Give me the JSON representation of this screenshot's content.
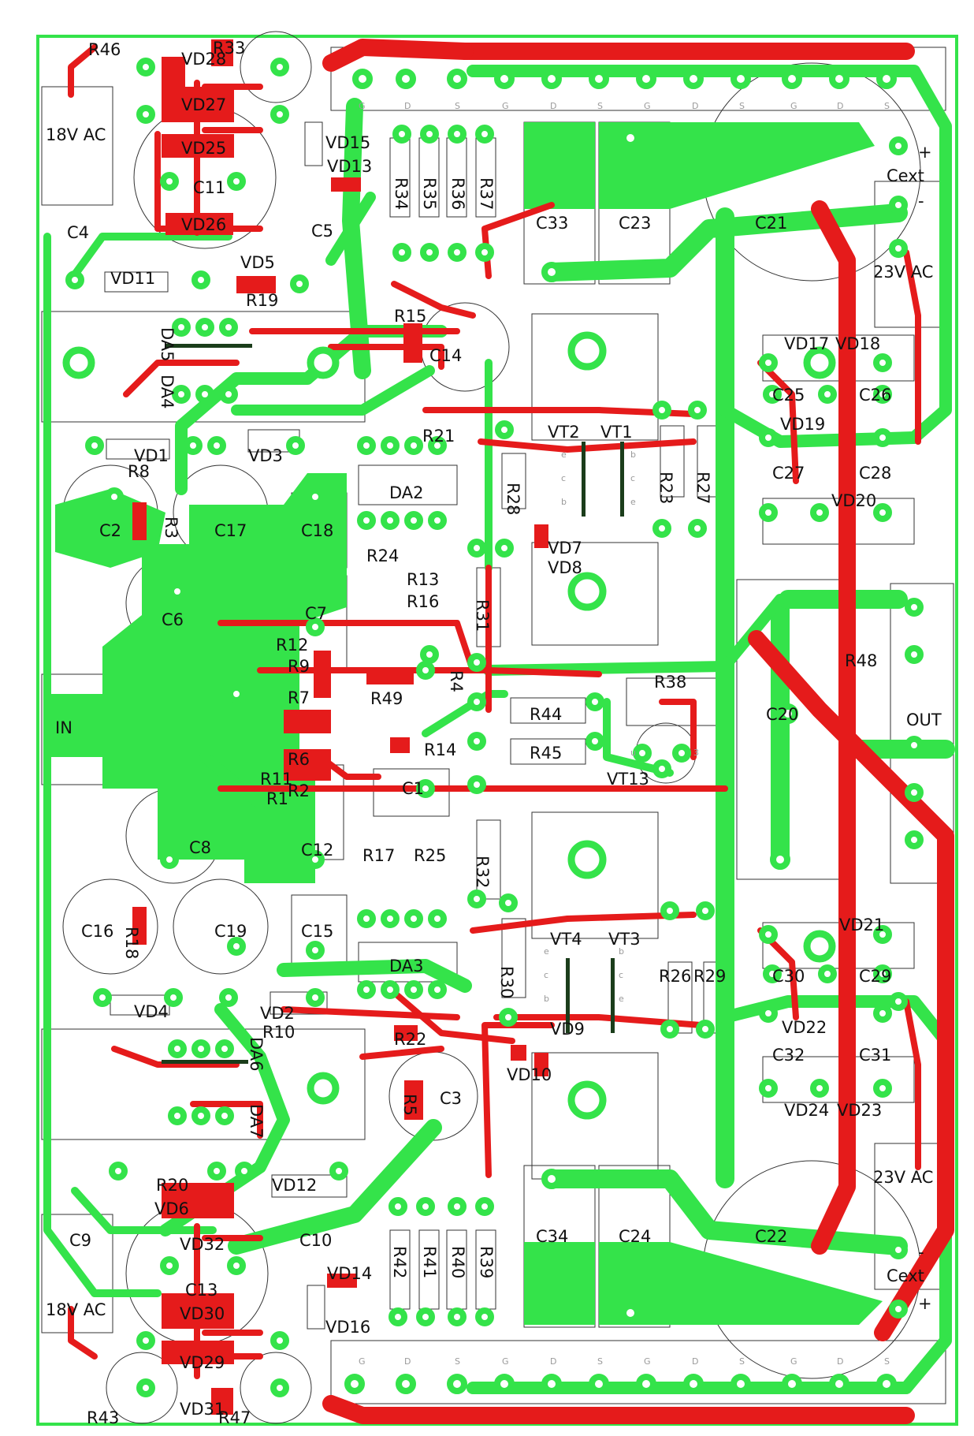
{
  "colors": {
    "bottom_copper": "#34e34a",
    "top_copper": "#e51b1b",
    "pad_hole": "#ffffff",
    "silkscreen": "#222222",
    "board_outline": "#34e34a",
    "background": "#ffffff"
  },
  "connectors": {
    "in": "IN",
    "out": "OUT",
    "ac18_top": "18V AC",
    "ac18_bottom": "18V AC",
    "ac23_top": "23V AC",
    "ac23_bottom": "23V AC",
    "cext_top": "Cext",
    "cext_bottom": "Cext",
    "cext_top_plus": "+",
    "cext_top_minus": "-",
    "cext_bottom_minus": "-",
    "cext_bottom_plus": "+"
  },
  "output_transistor_pins_top": [
    "G",
    "D",
    "S",
    "G",
    "D",
    "S",
    "G",
    "D",
    "S",
    "G",
    "D",
    "S"
  ],
  "output_transistor_pins_bottom": [
    "G",
    "D",
    "S",
    "G",
    "D",
    "S",
    "G",
    "D",
    "S",
    "G",
    "D",
    "S"
  ],
  "driver_pins": {
    "vt2": [
      "e",
      "c",
      "b"
    ],
    "vt1": [
      "b",
      "c",
      "e"
    ],
    "vt4": [
      "e",
      "c",
      "b"
    ],
    "vt3": [
      "b",
      "c",
      "e"
    ],
    "vt13": [
      "u",
      "3"
    ]
  },
  "refdes": [
    {
      "id": "r46",
      "text": "R46"
    },
    {
      "id": "r33",
      "text": "R33"
    },
    {
      "id": "vd28",
      "text": "VD28"
    },
    {
      "id": "vd27",
      "text": "VD27"
    },
    {
      "id": "vd25",
      "text": "VD25"
    },
    {
      "id": "c11",
      "text": "C11"
    },
    {
      "id": "vd26",
      "text": "VD26"
    },
    {
      "id": "c4",
      "text": "C4"
    },
    {
      "id": "c5",
      "text": "C5"
    },
    {
      "id": "vd11",
      "text": "VD11"
    },
    {
      "id": "vd5",
      "text": "VD5"
    },
    {
      "id": "r19",
      "text": "R19"
    },
    {
      "id": "da5",
      "text": "DA5"
    },
    {
      "id": "da4",
      "text": "DA4"
    },
    {
      "id": "vd1",
      "text": "VD1"
    },
    {
      "id": "vd3",
      "text": "VD3"
    },
    {
      "id": "r8",
      "text": "R8"
    },
    {
      "id": "c2",
      "text": "C2"
    },
    {
      "id": "r3",
      "text": "R3"
    },
    {
      "id": "c17",
      "text": "C17"
    },
    {
      "id": "c18",
      "text": "C18"
    },
    {
      "id": "c6",
      "text": "C6"
    },
    {
      "id": "c7",
      "text": "C7"
    },
    {
      "id": "r12",
      "text": "R12"
    },
    {
      "id": "r9",
      "text": "R9"
    },
    {
      "id": "r7",
      "text": "R7"
    },
    {
      "id": "r6",
      "text": "R6"
    },
    {
      "id": "r11",
      "text": "R11"
    },
    {
      "id": "r2",
      "text": "R2"
    },
    {
      "id": "r1",
      "text": "R1"
    },
    {
      "id": "c8",
      "text": "C8"
    },
    {
      "id": "c12",
      "text": "C12"
    },
    {
      "id": "c16",
      "text": "C16"
    },
    {
      "id": "r18",
      "text": "R18"
    },
    {
      "id": "c19",
      "text": "C19"
    },
    {
      "id": "c15",
      "text": "C15"
    },
    {
      "id": "vd4",
      "text": "VD4"
    },
    {
      "id": "vd2",
      "text": "VD2"
    },
    {
      "id": "r10",
      "text": "R10"
    },
    {
      "id": "da6",
      "text": "DA6"
    },
    {
      "id": "da7",
      "text": "DA7"
    },
    {
      "id": "r20",
      "text": "R20"
    },
    {
      "id": "vd6",
      "text": "VD6"
    },
    {
      "id": "vd12",
      "text": "VD12"
    },
    {
      "id": "c9",
      "text": "C9"
    },
    {
      "id": "c10",
      "text": "C10"
    },
    {
      "id": "vd32",
      "text": "VD32"
    },
    {
      "id": "c13",
      "text": "C13"
    },
    {
      "id": "vd30",
      "text": "VD30"
    },
    {
      "id": "vd29",
      "text": "VD29"
    },
    {
      "id": "vd31",
      "text": "VD31"
    },
    {
      "id": "r43",
      "text": "R43"
    },
    {
      "id": "r47",
      "text": "R47"
    },
    {
      "id": "vd15",
      "text": "VD15"
    },
    {
      "id": "vd13",
      "text": "VD13"
    },
    {
      "id": "r34",
      "text": "R34"
    },
    {
      "id": "r35",
      "text": "R35"
    },
    {
      "id": "r36",
      "text": "R36"
    },
    {
      "id": "r37",
      "text": "R37"
    },
    {
      "id": "c33",
      "text": "C33"
    },
    {
      "id": "c23",
      "text": "C23"
    },
    {
      "id": "c21",
      "text": "C21"
    },
    {
      "id": "r15",
      "text": "R15"
    },
    {
      "id": "c14",
      "text": "C14"
    },
    {
      "id": "r21",
      "text": "R21"
    },
    {
      "id": "da2",
      "text": "DA2"
    },
    {
      "id": "vt2",
      "text": "VT2"
    },
    {
      "id": "vt1",
      "text": "VT1"
    },
    {
      "id": "r23",
      "text": "R23"
    },
    {
      "id": "r27",
      "text": "R27"
    },
    {
      "id": "r28",
      "text": "R28"
    },
    {
      "id": "vd7",
      "text": "VD7"
    },
    {
      "id": "vd8",
      "text": "VD8"
    },
    {
      "id": "r24",
      "text": "R24"
    },
    {
      "id": "r13",
      "text": "R13"
    },
    {
      "id": "r16",
      "text": "R16"
    },
    {
      "id": "r31",
      "text": "R31"
    },
    {
      "id": "r49",
      "text": "R49"
    },
    {
      "id": "r4",
      "text": "R4"
    },
    {
      "id": "r14",
      "text": "R14"
    },
    {
      "id": "c1",
      "text": "C1"
    },
    {
      "id": "r44",
      "text": "R44"
    },
    {
      "id": "r45",
      "text": "R45"
    },
    {
      "id": "r38",
      "text": "R38"
    },
    {
      "id": "vt13",
      "text": "VT13"
    },
    {
      "id": "r17",
      "text": "R17"
    },
    {
      "id": "r25",
      "text": "R25"
    },
    {
      "id": "r32",
      "text": "R32"
    },
    {
      "id": "da3",
      "text": "DA3"
    },
    {
      "id": "vt4",
      "text": "VT4"
    },
    {
      "id": "vt3",
      "text": "VT3"
    },
    {
      "id": "r30",
      "text": "R30"
    },
    {
      "id": "r26",
      "text": "R26"
    },
    {
      "id": "r29",
      "text": "R29"
    },
    {
      "id": "vd9",
      "text": "VD9"
    },
    {
      "id": "vd10",
      "text": "VD10"
    },
    {
      "id": "r22",
      "text": "R22"
    },
    {
      "id": "r5",
      "text": "R5"
    },
    {
      "id": "c3",
      "text": "C3"
    },
    {
      "id": "vd14",
      "text": "VD14"
    },
    {
      "id": "vd16",
      "text": "VD16"
    },
    {
      "id": "r42",
      "text": "R42"
    },
    {
      "id": "r41",
      "text": "R41"
    },
    {
      "id": "r40",
      "text": "R40"
    },
    {
      "id": "r39",
      "text": "R39"
    },
    {
      "id": "c34",
      "text": "C34"
    },
    {
      "id": "c24",
      "text": "C24"
    },
    {
      "id": "c22",
      "text": "C22"
    },
    {
      "id": "vd17",
      "text": "VD17"
    },
    {
      "id": "vd18",
      "text": "VD18"
    },
    {
      "id": "c25",
      "text": "C25"
    },
    {
      "id": "c26",
      "text": "C26"
    },
    {
      "id": "vd19",
      "text": "VD19"
    },
    {
      "id": "c27",
      "text": "C27"
    },
    {
      "id": "c28",
      "text": "C28"
    },
    {
      "id": "vd20",
      "text": "VD20"
    },
    {
      "id": "r48",
      "text": "R48"
    },
    {
      "id": "c20",
      "text": "C20"
    },
    {
      "id": "vd21",
      "text": "VD21"
    },
    {
      "id": "c30",
      "text": "C30"
    },
    {
      "id": "c29",
      "text": "C29"
    },
    {
      "id": "vd22",
      "text": "VD22"
    },
    {
      "id": "c32",
      "text": "C32"
    },
    {
      "id": "c31",
      "text": "C31"
    },
    {
      "id": "vd24",
      "text": "VD24"
    },
    {
      "id": "vd23",
      "text": "VD23"
    }
  ]
}
